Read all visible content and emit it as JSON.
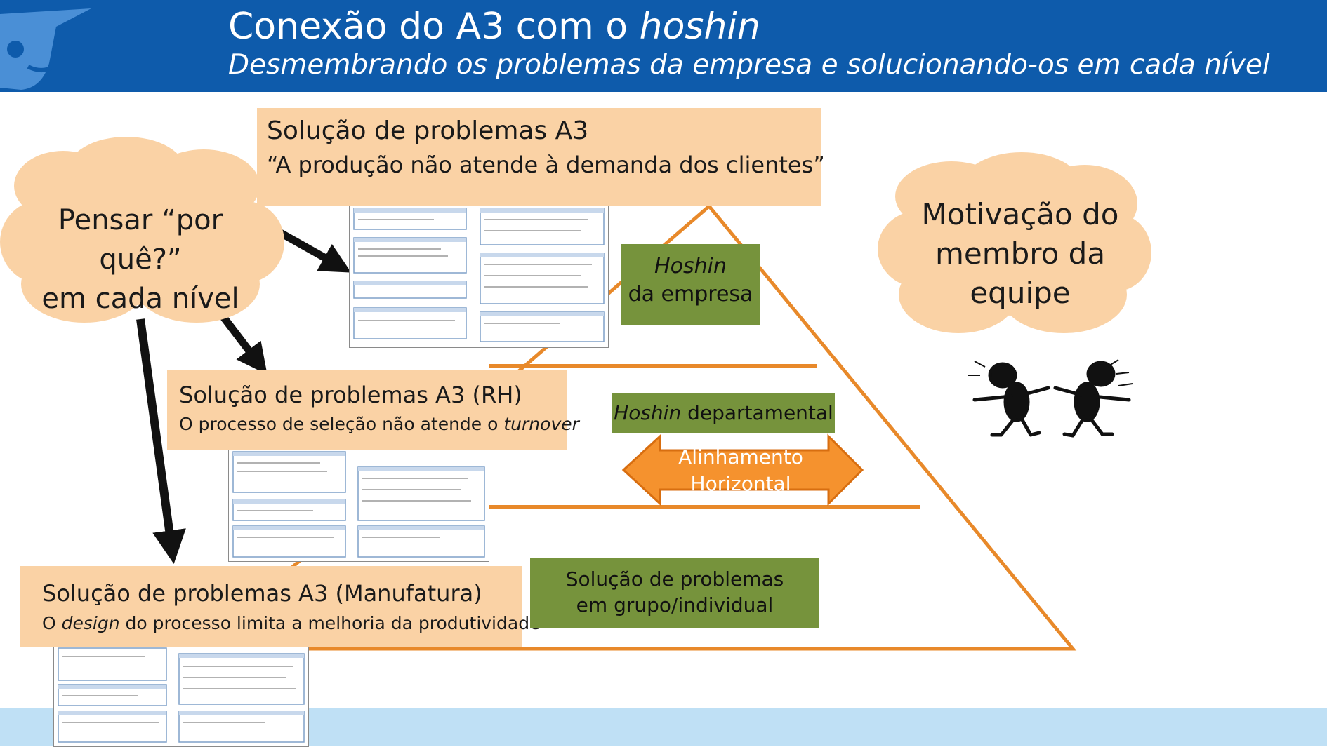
{
  "header": {
    "title_main": "Conexão do A3 com o ",
    "title_italic": "hoshin",
    "subtitle": "Desmembrando os problemas da empresa e solucionando-os em cada nível"
  },
  "boxes": {
    "top": {
      "title": "Solução de problemas A3",
      "subtitle": "“A produção não atende à demanda dos clientes”"
    },
    "rh": {
      "title": "Solução de problemas A3 (RH)",
      "subtitle_before": "O processo de seleção não atende o ",
      "subtitle_italic": "turnover"
    },
    "manufatura": {
      "title": "Solução de problemas A3 (Manufatura)",
      "subtitle_before": "O ",
      "subtitle_italic": "design",
      "subtitle_after": " do processo limita a melhoria da produtividade"
    }
  },
  "pyramid": {
    "level1": {
      "line1": "Hoshin",
      "line2": "da empresa"
    },
    "level2": {
      "italic": "Hoshin",
      "rest": " departamental"
    },
    "level3": {
      "line1": "Solução de problemas",
      "line2": "em grupo/individual"
    }
  },
  "arrow": {
    "line1": "Alinhamento",
    "line2": "Horizontal"
  },
  "clouds": {
    "left": {
      "line1": "Pensar “por quê?”",
      "line2": "em cada nível"
    },
    "right": {
      "line1": "Motivação do",
      "line2": "membro da",
      "line3": "equipe"
    }
  },
  "icons": [
    "logo-icon",
    "dancing-figures-icon",
    "down-arrow-icon"
  ],
  "colors": {
    "header_blue": "#0e5bab",
    "footer_blue": "#bfe0f5",
    "peach": "#fad2a5",
    "green": "#76933c",
    "orange": "#e8892a",
    "arrow_orange": "#f5922e"
  }
}
